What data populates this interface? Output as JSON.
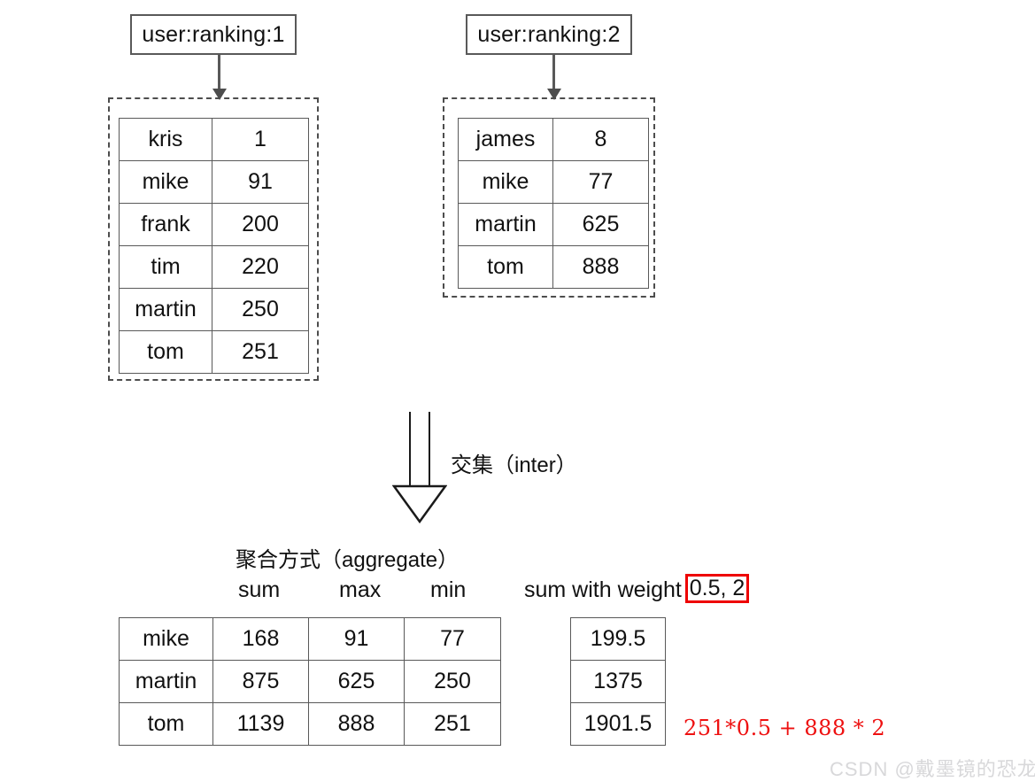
{
  "diagram": {
    "title_key_a": "user:ranking:1",
    "title_key_b": "user:ranking:2",
    "operation_label": "交集（inter）",
    "aggregate_label": "聚合方式（aggregate）",
    "columns": {
      "sum": "sum",
      "max": "max",
      "min": "min",
      "weighted": "sum with weight",
      "weights": "0.5, 2"
    },
    "formula": "251*0.5 + 888 * 2",
    "watermark": "CSDN @戴墨镜的恐龙",
    "accent_red": "#ee0000",
    "border_gray": "#595959"
  },
  "set_a": {
    "name": "user:ranking:1",
    "rows": [
      {
        "member": "kris",
        "score": "1"
      },
      {
        "member": "mike",
        "score": "91"
      },
      {
        "member": "frank",
        "score": "200"
      },
      {
        "member": "tim",
        "score": "220"
      },
      {
        "member": "martin",
        "score": "250"
      },
      {
        "member": "tom",
        "score": "251"
      }
    ]
  },
  "set_b": {
    "name": "user:ranking:2",
    "rows": [
      {
        "member": "james",
        "score": "8"
      },
      {
        "member": "mike",
        "score": "77"
      },
      {
        "member": "martin",
        "score": "625"
      },
      {
        "member": "tom",
        "score": "888"
      }
    ]
  },
  "result": {
    "rows": [
      {
        "member": "mike",
        "sum": "168",
        "max": "91",
        "min": "77"
      },
      {
        "member": "martin",
        "sum": "875",
        "max": "625",
        "min": "250"
      },
      {
        "member": "tom",
        "sum": "1139",
        "max": "888",
        "min": "251"
      }
    ]
  },
  "weighted": {
    "values": [
      "199.5",
      "1375",
      "1901.5"
    ]
  }
}
